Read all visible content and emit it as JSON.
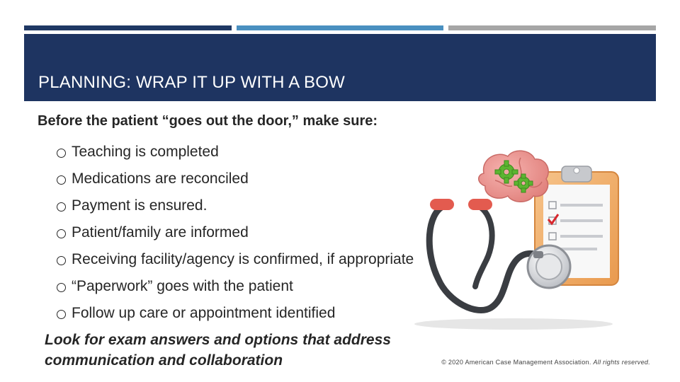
{
  "slide": {
    "title": "PLANNING:  WRAP IT UP WITH A BOW",
    "intro": "Before the patient “goes out the door,” make sure:",
    "bullets": [
      "Teaching is completed",
      "Medications are reconciled",
      "Payment is ensured.",
      "Patient/family are informed",
      "Receiving facility/agency is confirmed, if appropriate",
      "“Paperwork” goes with the patient",
      "Follow up care or appointment identified"
    ],
    "note": "Look for exam answers and options that address communication and collaboration",
    "footer_copyright": "© 2020 American Case Management Association.",
    "footer_rights": "All rights reserved."
  },
  "colors": {
    "title_band": "#1e3461",
    "bar_1": "#1f3864",
    "bar_2": "#4a90c0",
    "bar_3": "#a6a6a6",
    "text": "#262626"
  },
  "icons": {
    "bullet": "hollow-circle-bullet-icon",
    "illustration": "stethoscope-clipboard-brain-gears-icon"
  }
}
